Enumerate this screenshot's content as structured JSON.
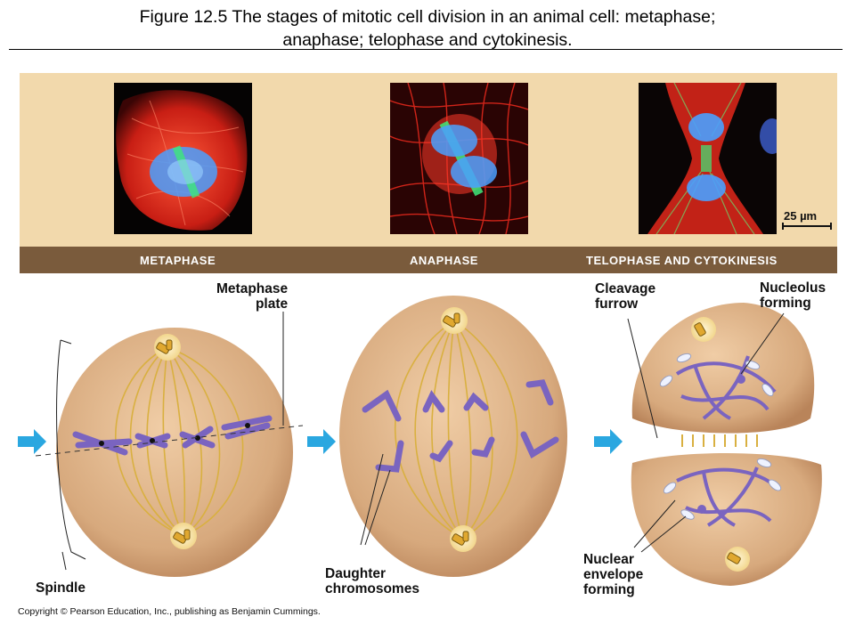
{
  "caption": {
    "line1": "Figure 12.5  The stages of mitotic cell division in an animal cell: metaphase;",
    "line2": "anaphase; telophase and cytokinesis."
  },
  "phases": {
    "metaphase": "METAPHASE",
    "anaphase": "ANAPHASE",
    "telophase": "TELOPHASE AND CYTOKINESIS"
  },
  "scale_bar": "25 µm",
  "labels": {
    "metaphase_plate": [
      "Metaphase",
      "plate"
    ],
    "spindle": "Spindle",
    "daughter_chromosomes": [
      "Daughter",
      "chromosomes"
    ],
    "cleavage_furrow": [
      "Cleavage",
      "furrow"
    ],
    "nucleolus_forming": [
      "Nucleolus",
      "forming"
    ],
    "nuclear_envelope_forming": [
      "Nuclear",
      "envelope",
      "forming"
    ]
  },
  "copyright": "Copyright © Pearson Education, Inc., publishing as Benjamin Cummings.",
  "colors": {
    "photo_panel": "#f2d9ac",
    "phase_band": "#7a5b3c",
    "cell_fill": "#d7a97d",
    "spindle_fiber": "#d9b040",
    "chromosome": "#7a64c0",
    "arrow": "#2aa7e0"
  }
}
